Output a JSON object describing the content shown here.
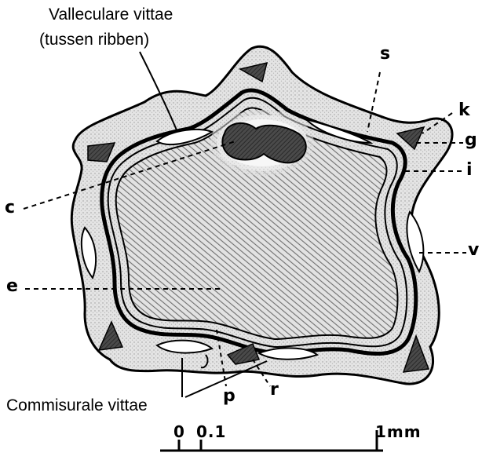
{
  "labels": {
    "vallecular_line1": "Valleculare vittae",
    "vallecular_line2": "(tussen ribben)",
    "commissural": "Commisurale vittae",
    "s": "s",
    "k": "k",
    "g": "g",
    "i": "i",
    "c": "c",
    "v": "v",
    "e": "e",
    "p": "p",
    "r": "r"
  },
  "scale": {
    "t0": "0",
    "t01": "0.1",
    "t1": "1mm"
  },
  "colors": {
    "ink": "#000000",
    "background": "#ffffff",
    "stipple": "#d6d6d6",
    "hatch": "#8a8a8a",
    "dark": "#3a3a3a"
  }
}
